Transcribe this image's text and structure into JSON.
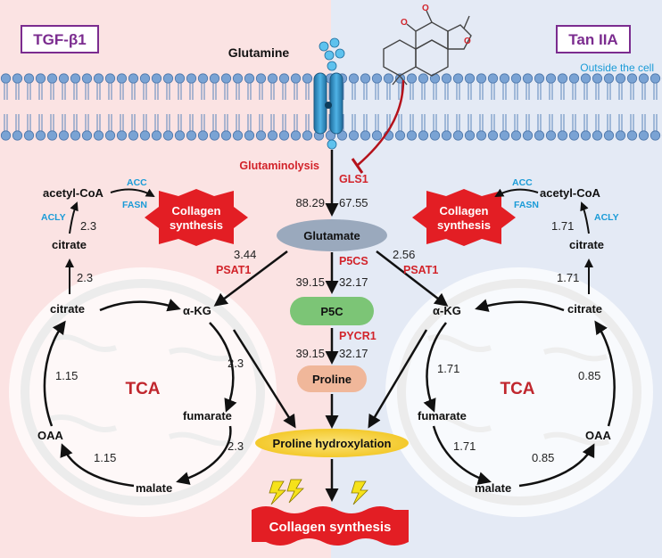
{
  "left_panel": {
    "tag": "TGF-β1",
    "tca": "TCA"
  },
  "right_panel": {
    "tag": "Tan IIA",
    "tca": "TCA"
  },
  "membrane": {
    "glutamine": "Glutamine",
    "outside": "Outside the cell"
  },
  "center": {
    "glutaminolysis": "Glutaminolysis",
    "gls1": "GLS1",
    "v_gls_left": "88.29",
    "v_gls_right": "67.55",
    "glutamate": "Glutamate",
    "p5cs": "P5CS",
    "v_p5cs_left": "39.15",
    "v_p5cs_right": "32.17",
    "p5c": "P5C",
    "pycr1": "PYCR1",
    "v_pycr_left": "39.15",
    "v_pycr_right": "32.17",
    "proline": "Proline",
    "proline_hydroxylation": "Proline hydroxylation",
    "collagen_bottom": "Collagen synthesis"
  },
  "left": {
    "acetyl_coa": "acetyl-CoA",
    "acc": "ACC",
    "fasn": "FASN",
    "acly": "ACLY",
    "v_acly": "2.3",
    "citrate_top": "citrate",
    "v_citrate": "2.3",
    "citrate": "citrate",
    "akg": "α-KG",
    "psat1": "PSAT1",
    "v_psat1": "3.44",
    "v_akg_fum": "2.3",
    "fumarate": "fumarate",
    "v_fum_mal": "2.3",
    "malate": "malate",
    "v_mal_oaa": "1.15",
    "oaa": "OAA",
    "v_oaa_cit": "1.15",
    "collagen_star_1": "Collagen",
    "collagen_star_2": "synthesis"
  },
  "right": {
    "acetyl_coa": "acetyl-CoA",
    "acc": "ACC",
    "fasn": "FASN",
    "acly": "ACLY",
    "v_acly": "1.71",
    "citrate_top": "citrate",
    "v_citrate": "1.71",
    "citrate": "citrate",
    "akg": "α-KG",
    "psat1": "PSAT1",
    "v_psat1": "2.56",
    "v_akg_fum": "1.71",
    "fumarate": "fumarate",
    "v_fum_mal": "1.71",
    "malate": "malate",
    "v_mal_oaa": "0.85",
    "oaa": "OAA",
    "v_oaa_cit": "0.85",
    "collagen_star_1": "Collagen",
    "collagen_star_2": "synthesis"
  },
  "colors": {
    "left_bg": "#fbe3e3",
    "right_bg": "#e4eaf5",
    "enzyme_red": "#d2232a",
    "enzyme_blue": "#1a9bd7",
    "tag_purple": "#7b2c8f",
    "membrane_blue": "#6b97c9",
    "glutamate_fill": "#9aa9bd",
    "p5c_fill": "#7cc576",
    "proline_fill": "#f0b79a",
    "hydroxylation_fill": "#f8d84a"
  }
}
